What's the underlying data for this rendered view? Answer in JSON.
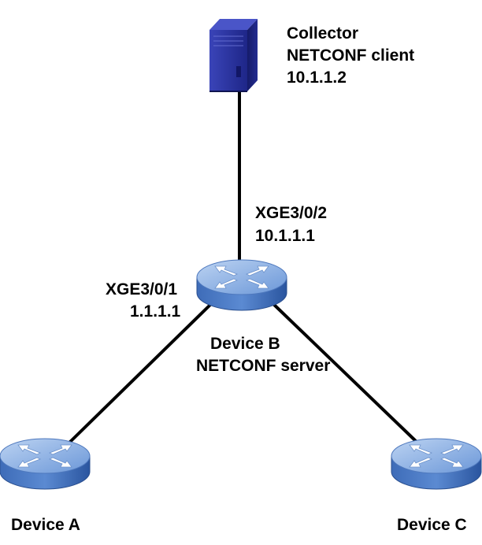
{
  "collector": {
    "label_line1": "Collector",
    "label_line2": "NETCONF client",
    "ip": "10.1.1.2"
  },
  "device_b": {
    "name": "Device B",
    "role": "NETCONF server",
    "uplink_port": "XGE3/0/2",
    "uplink_ip": "10.1.1.1",
    "left_port": "XGE3/0/1",
    "left_ip": "1.1.1.1"
  },
  "device_a": {
    "name": "Device A"
  },
  "device_c": {
    "name": "Device C"
  },
  "colors": {
    "router_light": "#8FB3E6",
    "router_mid": "#5E8ED6",
    "router_dark": "#2D5BA8",
    "server_dark": "#1A237E",
    "server_front": "#2830A0",
    "link": "#000000"
  }
}
